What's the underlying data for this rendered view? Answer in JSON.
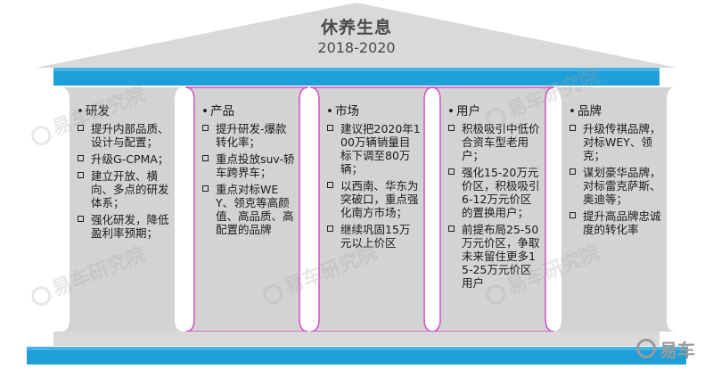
{
  "title": "休养生息",
  "subtitle": "2018-2020",
  "columns": [
    {
      "heading": "研发",
      "items": [
        "提升内部品质、设计与配置；",
        "升级G-CPMA；",
        "建立开放、横向、多点的研发体系；",
        "强化研发，降低盈利率预期；"
      ]
    },
    {
      "heading": "产品",
      "items": [
        "提升研发-爆款转化率；",
        "重点投放suv-轿车跨界车；",
        "重点对标WEY、领克等高颜值、高品质、高配置的品牌"
      ]
    },
    {
      "heading": "市场",
      "items": [
        "建议把2020年100万辆销量目标下调至80万辆；",
        "以西南、华东为突破口，重点强化南方市场；",
        "继续巩固15万元以上价区"
      ]
    },
    {
      "heading": "用户",
      "items": [
        "积极吸引中低价合资车型老用户；",
        "强化15-20万元价区，积极吸引6-12万元价区的置换用户；",
        "前提布局25-50万元价区，争取未来留住更多15-25万元价区用户"
      ]
    },
    {
      "heading": "品牌",
      "items": [
        "升级传祺品牌，对标WEY、领克；",
        "谋划豪华品牌，对标雷克萨斯、奥迪等；",
        "提升高品牌忠诚度的转化率"
      ]
    }
  ],
  "watermark": "易车研究院",
  "logo": "易车",
  "colors": {
    "accent": "#1e9fd8",
    "column": "#d3d3d3",
    "highlight": "#d54fc4",
    "roof": "#d9d9d9"
  }
}
